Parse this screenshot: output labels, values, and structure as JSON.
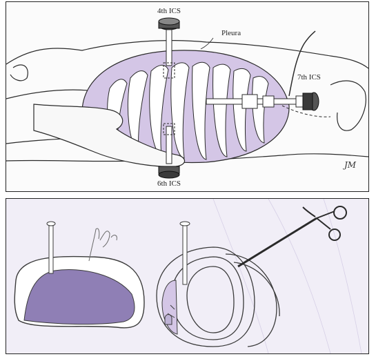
{
  "top_panel": {
    "labels": {
      "port_top": "4th ICS",
      "pleura": "Pleura",
      "port_right": "7th ICS",
      "port_bottom": "6th ICS",
      "signature": "JM"
    }
  },
  "colors": {
    "line": "#2a2a2a",
    "lavender": "#d4c6e6",
    "lung_purple": "#8f7fb5",
    "bottom_bg": "#f1eef7"
  }
}
